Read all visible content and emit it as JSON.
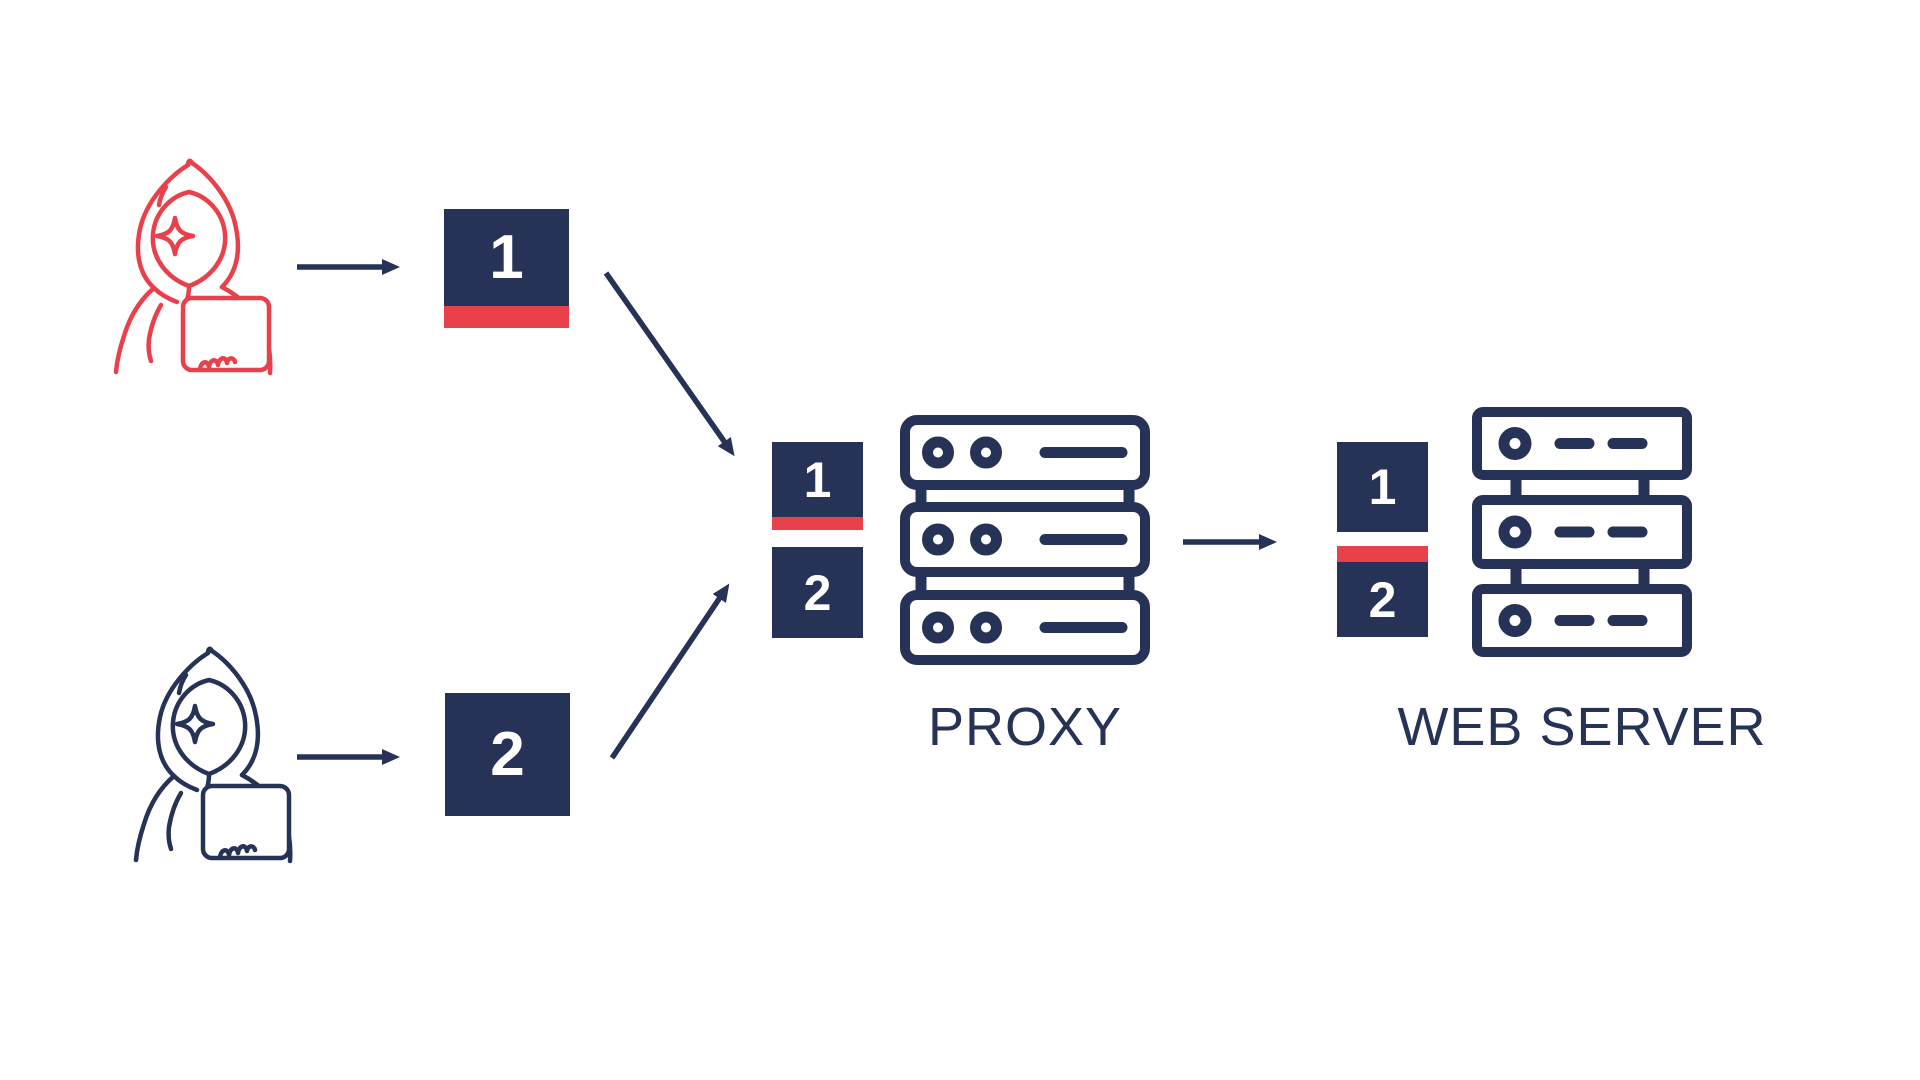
{
  "colors": {
    "navy": "#263357",
    "red": "#e8414b",
    "attacker1": "#e8414b",
    "attacker2": "#263357",
    "box_text": "#ffffff",
    "label_text": "#263357",
    "background": "#ffffff"
  },
  "attackers": {
    "attacker1": {
      "icon": "hooded-hacker-icon",
      "color_name": "red"
    },
    "attacker2": {
      "icon": "hooded-hacker-icon",
      "color_name": "navy"
    }
  },
  "requests": {
    "attacker1_request": {
      "label": "1",
      "red_strip": "bottom"
    },
    "attacker2_request": {
      "label": "2",
      "red_strip": "none"
    },
    "proxy_slot1": {
      "label": "1",
      "red_strip": "bottom"
    },
    "proxy_slot2": {
      "label": "2",
      "red_strip": "none"
    },
    "web_slot1": {
      "label": "1",
      "red_strip": "none"
    },
    "web_slot2": {
      "label": "2",
      "red_strip": "top"
    }
  },
  "nodes": {
    "proxy": {
      "label": "PROXY",
      "icon": "server-rack-icon"
    },
    "web_server": {
      "label": "WEB SERVER",
      "icon": "server-rack-icon"
    }
  },
  "icons": {
    "flow": "arrow-icon"
  }
}
